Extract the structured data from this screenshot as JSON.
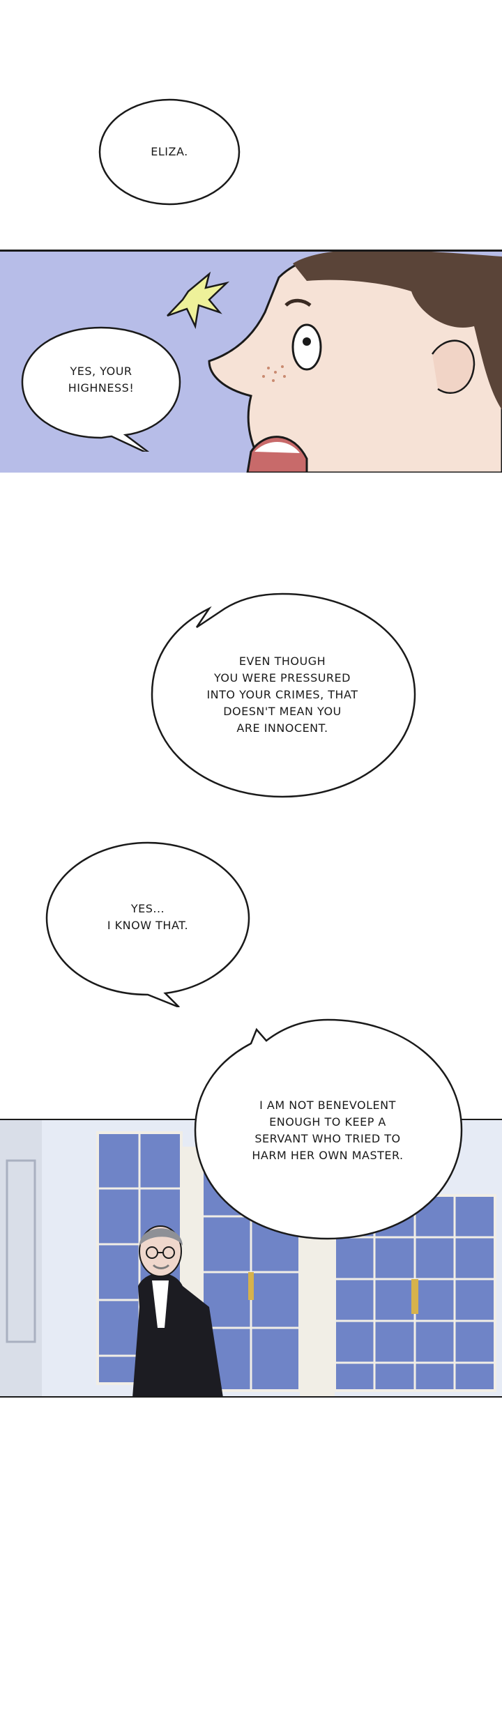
{
  "bubbles": {
    "eliza": "ELIZA.",
    "yes_highness": "YES, YOUR\nHIGHNESS!",
    "innocent": "EVEN THOUGH\nYOU WERE PRESSURED\nINTO YOUR CRIMES, THAT\nDOESN'T MEAN YOU\nARE INNOCENT.",
    "know_that": "YES...\nI KNOW THAT.",
    "benevolent": "I AM NOT BENEVOLENT\nENOUGH TO KEEP A\nSERVANT WHO TRIED TO\nHARM HER OWN MASTER."
  },
  "colors": {
    "panel1_bg": "#b7bde8",
    "hair": "#5a4438",
    "skin": "#f6e2d6",
    "hall_bg": "#dfe6f3",
    "window": "#6f84c7",
    "frame": "#f1eee6",
    "suit": "#1c1c22"
  }
}
